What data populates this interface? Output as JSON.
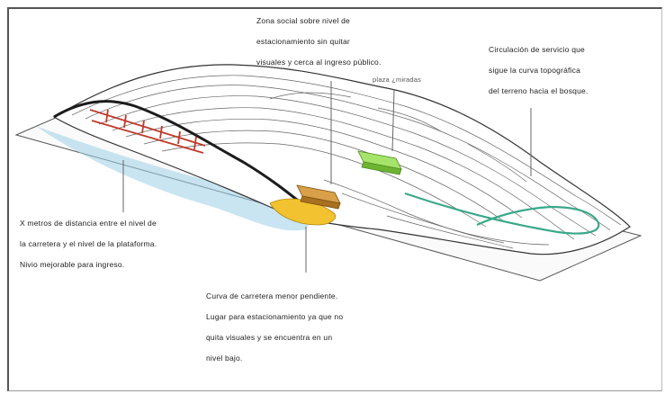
{
  "notes": {
    "zona_social": "Zona social sobre nivel de\nestacionamiento sin quitar\nvisuales y cerca al ingreso público.",
    "plaza": "plaza ¿miradas",
    "circulacion": "Circulación de servicio que\nsigue la curva topográfica\ndel terreno hacia el bosque.",
    "metros": "X metros de distancia entre el nivel de\nla carretera y el nivel de la plataforma.\nNivio mejorable para ingreso.",
    "curva": "Curva de carretera menor pendiente.\nLugar para estacionamiento ya que no\nquita visuales y se encuentra en un\nnivel bajo."
  },
  "colors": {
    "green_block": "#8fd14f",
    "brown_block": "#c98a2e",
    "yellow_area": "#f2c230",
    "blue_area": "#9ccfe6",
    "teal_path": "#3aa88a",
    "red_structure": "#c0392b",
    "leader": "#666666"
  }
}
